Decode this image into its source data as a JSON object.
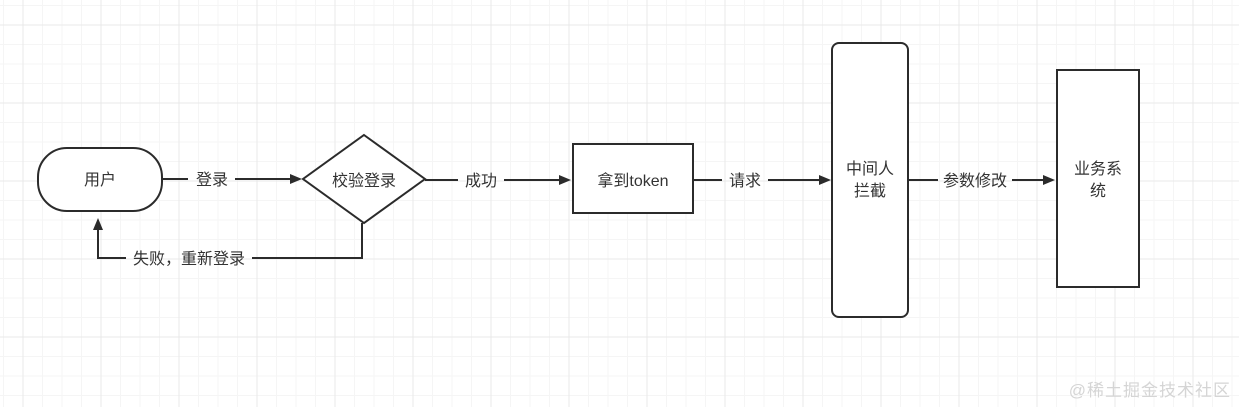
{
  "diagram": {
    "nodes": {
      "user": {
        "label": "用户",
        "shape": "rounded-stadium"
      },
      "verify_login": {
        "label": "校验登录",
        "shape": "diamond"
      },
      "get_token": {
        "label": "拿到token",
        "shape": "rectangle"
      },
      "mitm": {
        "label_line1": "中间人",
        "label_line2": "拦截",
        "shape": "tall-rounded-rectangle"
      },
      "business_system": {
        "label_line1": "业务系",
        "label_line2": "统",
        "shape": "tall-rectangle"
      }
    },
    "edges": {
      "login": {
        "label": "登录",
        "from": "user",
        "to": "verify_login"
      },
      "success": {
        "label": "成功",
        "from": "verify_login",
        "to": "get_token"
      },
      "request": {
        "label": "请求",
        "from": "get_token",
        "to": "mitm"
      },
      "param_modify": {
        "label": "参数修改",
        "from": "mitm",
        "to": "business_system"
      },
      "fail_relogin": {
        "label": "失败，重新登录",
        "from": "verify_login",
        "to": "user"
      }
    },
    "colors": {
      "shape_stroke": "#2b2b2b",
      "text": "#333333",
      "grid_minor": "#f5f5f5",
      "grid_major": "#e9e9e9",
      "watermark": "#d5d5d5",
      "background": "#ffffff"
    }
  },
  "watermark": {
    "text": "@稀土掘金技术社区"
  }
}
